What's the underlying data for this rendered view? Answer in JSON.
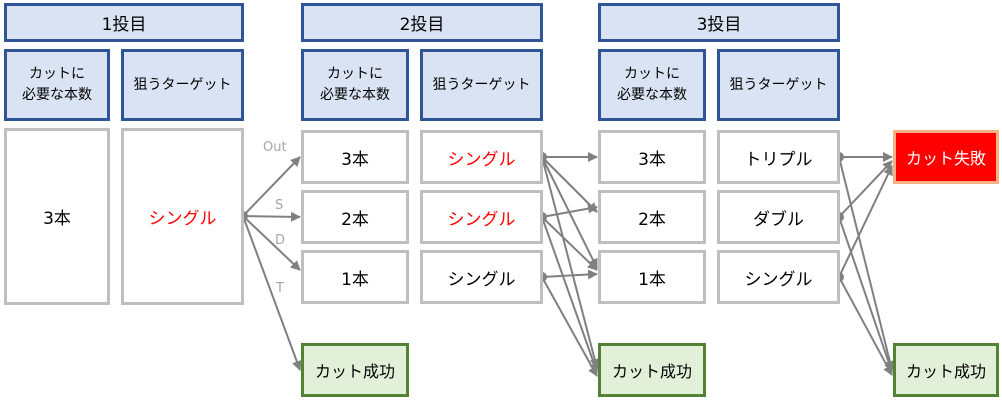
{
  "headers": [
    "1投目",
    "2投目",
    "3投目"
  ],
  "subheaders": {
    "required_line1": "カットに",
    "required_line2": "必要な本数",
    "target": "狙うターゲット"
  },
  "throw1": {
    "required": "3本",
    "target": "シングル"
  },
  "throw2": {
    "rows": [
      {
        "required": "3本",
        "target": "シングル"
      },
      {
        "required": "2本",
        "target": "シングル"
      },
      {
        "required": "1本",
        "target": "シングル"
      }
    ]
  },
  "throw3": {
    "rows": [
      {
        "required": "3本",
        "target": "トリプル"
      },
      {
        "required": "2本",
        "target": "ダブル"
      },
      {
        "required": "1本",
        "target": "シングル"
      }
    ]
  },
  "outcomes": {
    "success": "カット成功",
    "fail": "カット失敗"
  },
  "edge_labels": [
    "Out",
    "S",
    "D",
    "T"
  ],
  "colors": {
    "header_fill": "#dae3f3",
    "header_border": "#2f5597",
    "success_fill": "#e2f0d9",
    "success_border": "#548235",
    "fail_fill": "#ff0000",
    "highlight_text": "#ff0000",
    "arrow": "#808080"
  }
}
